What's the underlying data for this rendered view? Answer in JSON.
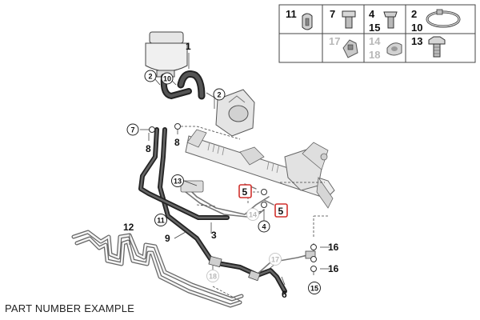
{
  "caption": "PART NUMBER EXAMPLE",
  "colors": {
    "highlight": "#d0312d",
    "ink": "#111111",
    "grey_part": "#b8b8b8"
  },
  "legend": {
    "cells": [
      {
        "numbers": [
          "11"
        ],
        "active": true
      },
      {
        "numbers": [
          "7"
        ],
        "active": true
      },
      {
        "numbers": [
          "4",
          "15"
        ],
        "active": true
      },
      {
        "numbers": [
          "2",
          "10"
        ],
        "active": true
      },
      {
        "numbers": [
          "17"
        ],
        "active": false
      },
      {
        "numbers": [
          "14",
          "18"
        ],
        "active": false
      },
      {
        "numbers": [
          "13"
        ],
        "active": true
      }
    ]
  },
  "callouts": {
    "c1": "1",
    "c2a": "2",
    "c10a": "10",
    "c2b": "2",
    "c7": "7",
    "c8a": "8",
    "c8b": "8",
    "c13": "13",
    "c5a": "5",
    "c5b": "5",
    "c11": "11",
    "c14": "14",
    "c4": "4",
    "c12": "12",
    "c9": "9",
    "c3": "3",
    "c18": "18",
    "c17": "17",
    "c6": "6",
    "c16a": "16",
    "c16b": "16",
    "c15": "15"
  }
}
